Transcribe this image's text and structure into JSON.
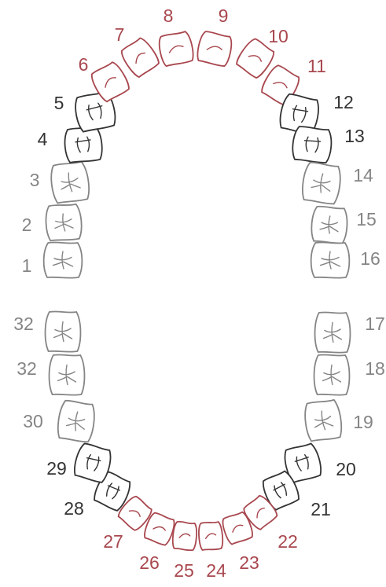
{
  "colors": {
    "anterior": "#a8474e",
    "premolar": "#333333",
    "molar": "#858585"
  },
  "teeth": [
    {
      "number": "1",
      "kind": "molar"
    },
    {
      "number": "2",
      "kind": "molar"
    },
    {
      "number": "3",
      "kind": "molar"
    },
    {
      "number": "4",
      "kind": "premolar"
    },
    {
      "number": "5",
      "kind": "premolar"
    },
    {
      "number": "6",
      "kind": "anterior"
    },
    {
      "number": "7",
      "kind": "anterior"
    },
    {
      "number": "8",
      "kind": "anterior"
    },
    {
      "number": "9",
      "kind": "anterior"
    },
    {
      "number": "10",
      "kind": "anterior"
    },
    {
      "number": "11",
      "kind": "anterior"
    },
    {
      "number": "12",
      "kind": "premolar"
    },
    {
      "number": "13",
      "kind": "premolar"
    },
    {
      "number": "14",
      "kind": "molar"
    },
    {
      "number": "15",
      "kind": "molar"
    },
    {
      "number": "16",
      "kind": "molar"
    },
    {
      "number": "17",
      "kind": "molar"
    },
    {
      "number": "18",
      "kind": "molar"
    },
    {
      "number": "19",
      "kind": "molar"
    },
    {
      "number": "20",
      "kind": "premolar"
    },
    {
      "number": "21",
      "kind": "premolar"
    },
    {
      "number": "22",
      "kind": "anterior"
    },
    {
      "number": "23",
      "kind": "anterior"
    },
    {
      "number": "24",
      "kind": "anterior"
    },
    {
      "number": "25",
      "kind": "anterior"
    },
    {
      "number": "26",
      "kind": "anterior"
    },
    {
      "number": "27",
      "kind": "anterior"
    },
    {
      "number": "28",
      "kind": "premolar"
    },
    {
      "number": "29",
      "kind": "premolar"
    },
    {
      "number": "30",
      "kind": "molar"
    },
    {
      "number": "32",
      "kind": "molar"
    },
    {
      "number": "32",
      "kind": "molar"
    }
  ]
}
